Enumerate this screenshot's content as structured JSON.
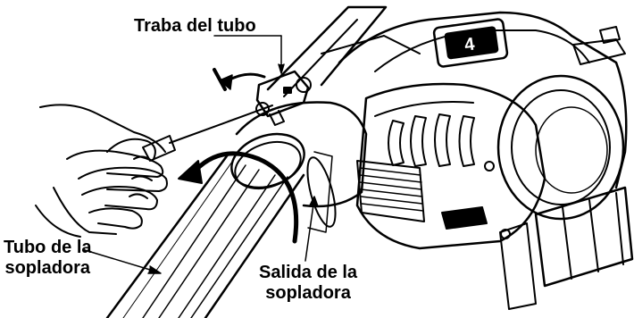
{
  "labels": {
    "traba": "Traba del tubo",
    "tubo_line1": "Tubo de la",
    "tubo_line2": "sopladora",
    "salida_line1": "Salida de la",
    "salida_line2": "sopladora"
  },
  "colors": {
    "ink": "#000000",
    "paper": "#ffffff"
  }
}
